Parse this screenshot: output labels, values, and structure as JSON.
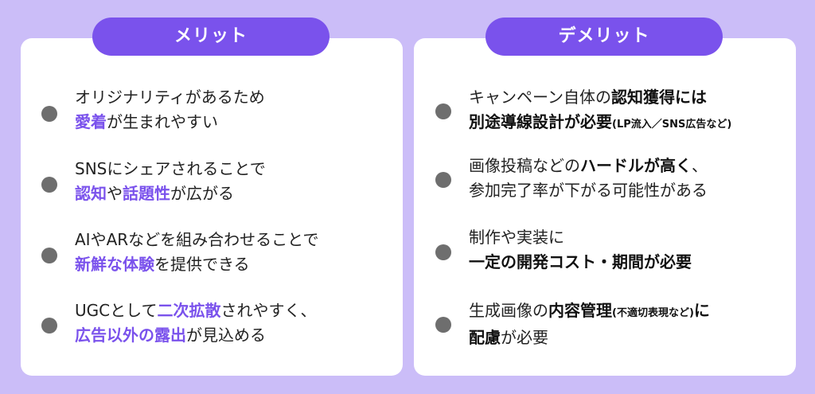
{
  "merits": {
    "title": "メリット",
    "items": [
      {
        "l1": "オリジナリティがあるため",
        "l2_hl": "愛着",
        "l2_rest": "が生まれやすい"
      },
      {
        "l1": "SNSにシェアされることで",
        "l2_hl1": "認知",
        "l2_mid": "や",
        "l2_hl2": "話題性",
        "l2_rest": "が広がる"
      },
      {
        "l1": "AIやARなどを組み合わせることで",
        "l2_hl": "新鮮な体験",
        "l2_rest": "を提供できる"
      },
      {
        "l1_a": "UGCとして",
        "l1_hl": "二次拡散",
        "l1_b": "されやすく、",
        "l2_hl": "広告以外の露出",
        "l2_rest": "が見込める"
      }
    ]
  },
  "demerits": {
    "title": "デメリット",
    "items": [
      {
        "l1_a": "キャンペーン自体の",
        "l1_bold": "認知獲得には",
        "l2_bold": "別途導線設計が必要",
        "l2_small": "(LP流入／SNS広告など)"
      },
      {
        "l1_a": "画像投稿などの",
        "l1_bold": "ハードルが高く",
        "l1_b": "、",
        "l2": "参加完了率が下がる可能性がある"
      },
      {
        "l1": "制作や実装に",
        "l2_bold": "一定の開発コスト・期間が必要"
      },
      {
        "l1_a": "生成画像の",
        "l1_bold": "内容管理",
        "l1_small": "(不適切表現など)",
        "l1_b": "に",
        "l2_bold": "配慮",
        "l2_rest": "が必要"
      }
    ]
  },
  "colors": {
    "accent": "#7a52ec",
    "background": "#cbbdf8",
    "bullet": "#6e6e6e"
  }
}
